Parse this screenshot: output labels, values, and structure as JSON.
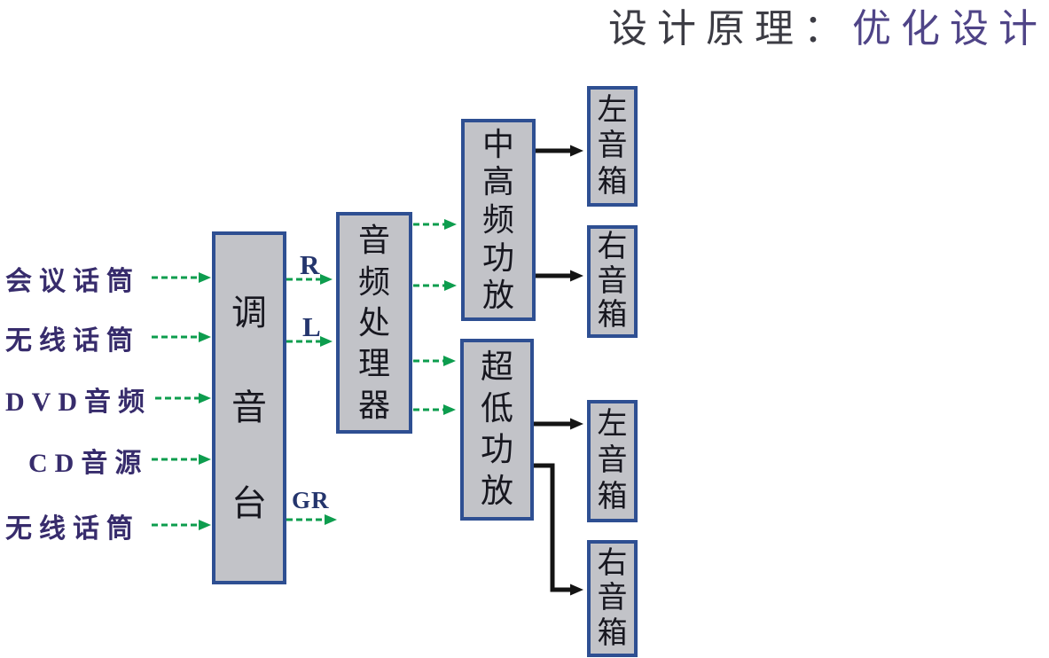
{
  "title": {
    "prefix": "设计原理：",
    "highlight": "优化设计"
  },
  "sources": [
    {
      "label": "会议话筒"
    },
    {
      "label": "无线话筒"
    },
    {
      "label": "DVD音频"
    },
    {
      "label": "CD音源"
    },
    {
      "label": "无线话筒"
    }
  ],
  "blocks": {
    "mixer": {
      "label": "调音台"
    },
    "processor": {
      "label": "音频处理器"
    },
    "amp_high": {
      "label": "中高频功放"
    },
    "amp_low": {
      "label": "超低功放"
    },
    "speaker_top_left": {
      "label": "左音箱"
    },
    "speaker_top_right": {
      "label": "右音箱"
    },
    "speaker_bottom_left": {
      "label": "左音箱"
    },
    "speaker_bottom_right": {
      "label": "右音箱"
    }
  },
  "signal_labels": {
    "right": "R",
    "left": "L",
    "group": "GR"
  },
  "colors": {
    "block_fill": "#c2c3c8",
    "block_border": "#2e4f92",
    "arrow_green": "#0d9d4e",
    "arrow_black": "#141414",
    "source_text": "#372c6c",
    "title_dark": "#3c3c44",
    "title_purple": "#4f4487",
    "signal_text": "#24356d"
  }
}
